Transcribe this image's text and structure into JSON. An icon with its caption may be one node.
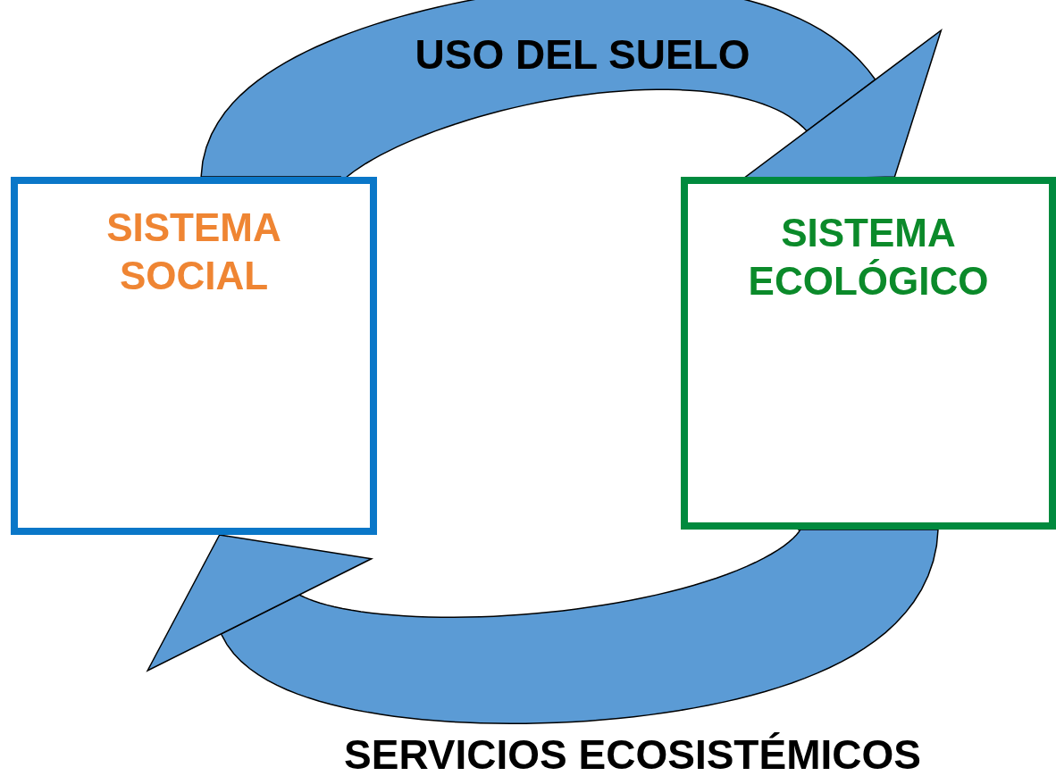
{
  "diagram": {
    "nodes": [
      {
        "text": [
          "SISTEMA SOCIAL"
        ]
      },
      {
        "text": [
          "SISTEMA ECOLÓGICO"
        ]
      }
    ],
    "edges": [
      {
        "from": 0,
        "to": 1,
        "arrow": "to",
        "label": "USO DEL SUELO"
      },
      {
        "from": 1,
        "to": 0,
        "arrow": "to",
        "label": "SERVICIOS ECOSISTÉMICOS"
      }
    ]
  }
}
